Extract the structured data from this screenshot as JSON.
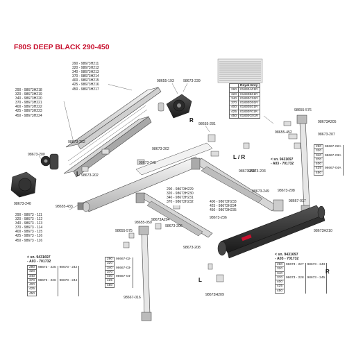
{
  "title": "F80S DEEP BLACK 290-450",
  "colors": {
    "title": "#c8102e",
    "accent": "#c8102e"
  },
  "front_bar_sizes": [
    "290 - 98673H211",
    "320 - 98673H212",
    "340 - 98673H213",
    "370 - 98673H214",
    "400 - 98673H215",
    "425 - 98673H216",
    "450 - 98673H217"
  ],
  "left_cover_sizes": [
    "290 - 98673H218",
    "320 - 98673H219",
    "340 - 98673H220",
    "370 - 98673H221",
    "400 - 98673H222",
    "425 - 98673H223",
    "450 - 98673H224"
  ],
  "fabric_table": {
    "header": "Royal Grey",
    "rows": [
      [
        "290",
        "01830A01R"
      ],
      [
        "320",
        "01830B01R"
      ],
      [
        "340",
        "01830C01R"
      ],
      [
        "370",
        "01830D01R"
      ],
      [
        "400",
        "01830E01R"
      ],
      [
        "425",
        "01830F01R"
      ],
      [
        "450",
        "01830G01R"
      ]
    ]
  },
  "roller_sizes": [
    "290 - 98673 - 111",
    "320 - 98673 - 112",
    "340 - 98673 - 113",
    "370 - 98673 - 114",
    "400 - 98673 - 115",
    "425 - 98673 - 116",
    "450 - 98673 - 116"
  ],
  "arm_sizes_left": [
    "290 - 98673H229",
    "320 - 98673H230",
    "340 - 98673H231",
    "370 - 98673H232"
  ],
  "arm_sizes_right": [
    "400 - 98673H233",
    "425 - 98673H234",
    "450 - 98673H235"
  ],
  "serial_box_1": [
    "< sn. 9431697",
    "- A03 - 701732"
  ],
  "serial_box_2": [
    "< sn. 9431697",
    "- A03 - 701732"
  ],
  "serial_box_3": [
    "< sn. 9431697",
    "- A03 - 701732"
  ],
  "leg_table_left": {
    "sizes": [
      "290",
      "320",
      "340",
      "370",
      "400",
      "425",
      "450"
    ],
    "codes": [
      "98673 - 225",
      "98673 - 226"
    ],
    "codes_alt": [
      "98673 - 242",
      "98673 - 244"
    ]
  },
  "mid_table": {
    "sizes": [
      "290",
      "320",
      "340",
      "370",
      "400",
      "425",
      "450"
    ],
    "codes": [
      "98667-02-",
      "98667-03-",
      "98667-04-"
    ]
  },
  "right_table_1": {
    "sizes": [
      "290",
      "320",
      "340",
      "370",
      "400",
      "425",
      "450"
    ],
    "codes": [
      "98667-02A",
      "98667-03A",
      "98667-04A"
    ]
  },
  "right_table_2": {
    "sizes": [
      "290",
      "320",
      "340",
      "370",
      "400",
      "425",
      "450"
    ],
    "codes": [
      "98673 - 227",
      "98673 - 228"
    ],
    "codes_alt": [
      "98673 - 243",
      "98673 - 245"
    ]
  },
  "parts": {
    "p193": "98655-193",
    "p239": "98673-239",
    "p281": "98655-281",
    "p200": "98673-200",
    "p240": "98673-240",
    "p202a": "98673-202",
    "p202b": "98673-202",
    "p248": "98673-248",
    "p433": "98655-433",
    "p576": "98655-576",
    "p452": "98655-452",
    "pA205": "98673A205",
    "p207": "98673-207",
    "p236": "98673-236",
    "p203": "98673-203",
    "p208a": "98673-208",
    "p208b": "98673-208",
    "p017": "98667-017",
    "p249": "98673-249",
    "p050": "98655-050",
    "pA204": "98673A204",
    "p206": "98673-206",
    "p575": "98655-575",
    "p016": "98667-016",
    "pH209": "98673H209",
    "pH210": "98673H210",
    "p236b": "98673-236"
  },
  "letters": {
    "r1": "R",
    "r2": "R",
    "l1": "L",
    "l2": "L",
    "lr": "L / R"
  }
}
